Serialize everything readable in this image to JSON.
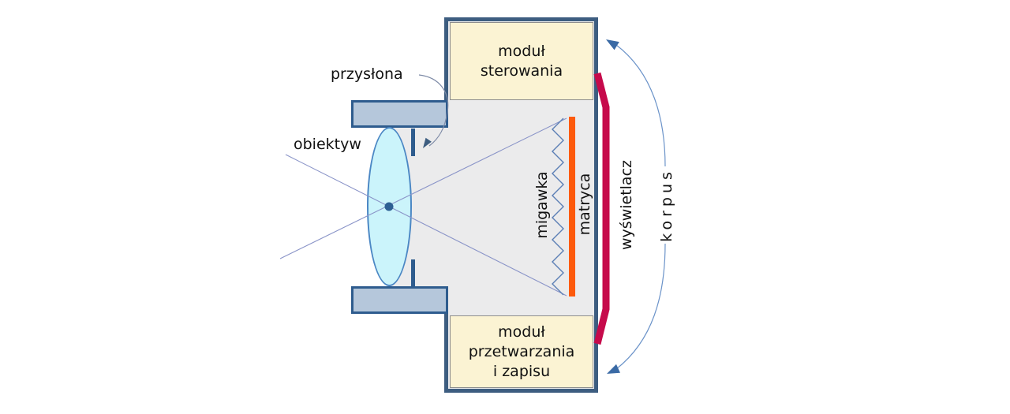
{
  "diagram": {
    "type": "digital-camera-schematic",
    "labels": {
      "aperture": "przysłona",
      "lens": "obiektyw",
      "shutter": "migawka",
      "sensor": "matryca",
      "display": "wyświetlacz",
      "body": "korpus"
    },
    "modules": {
      "control": {
        "line1": "moduł",
        "line2": "sterowania"
      },
      "processing": {
        "line1": "moduł",
        "line2": "przetwarzania",
        "line3": "i zapisu"
      }
    },
    "colors": {
      "body_border": "#3d5d80",
      "body_fill": "#ebebec",
      "module_fill": "#fbf3d3",
      "module_border": "#8e8e8e",
      "barrel_fill": "#b5c7db",
      "barrel_border": "#2e5c8e",
      "lens_fill": "#cbf4fb",
      "lens_border": "#4b87c4",
      "lens_dot": "#2d5f94",
      "sensor_bar": "#fd5a0c",
      "display_bar": "#c60a4b",
      "shutter_zigzag": "#5b7fb5",
      "light_ray": "#8a94c8",
      "arrow_line": "#6b93c9",
      "arrow_head": "#3a6aa5",
      "text": "#111111"
    }
  }
}
